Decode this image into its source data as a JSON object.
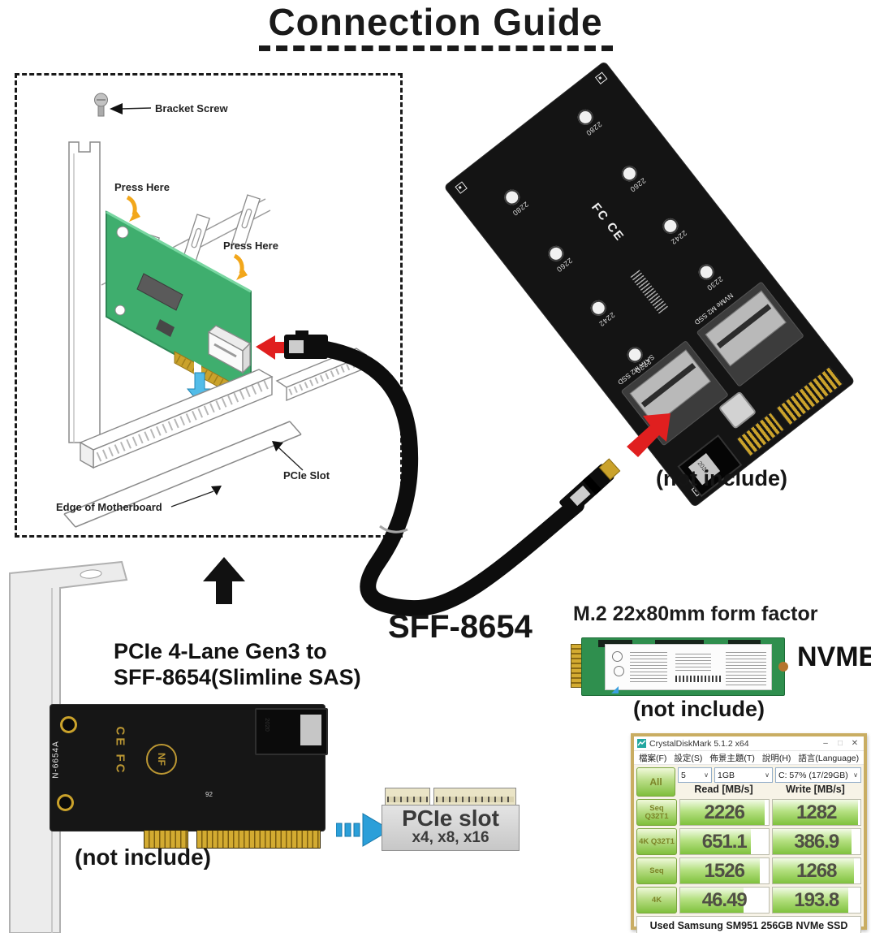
{
  "title": "Connection Guide",
  "diagram": {
    "bracket_screw": "Bracket Screw",
    "press_here_1": "Press Here",
    "press_here_2": "Press Here",
    "pcie_slot": "PCIe Slot",
    "edge_of_motherboard": "Edge of Motherboard"
  },
  "adapter_board": {
    "standoff_labels": [
      "2280",
      "2260",
      "2242",
      "2230"
    ],
    "slot_labels": [
      "SATA M2 SSD",
      "NVMe M2 SSD"
    ],
    "logos": "FC CE",
    "port_label": "2020",
    "not_include": "(not include)"
  },
  "cable": {
    "label": "SFF-8654"
  },
  "pcie_card": {
    "title_line1": "PCIe 4-Lane Gen3 to",
    "title_line2": "SFF-8654(Slimline SAS)",
    "model": "N-6654A",
    "logos": "CE FC",
    "nf_logo": "NF",
    "silk_92": "92",
    "port_label": "2020",
    "not_include": "(not include)"
  },
  "pcie_slot_graphic": {
    "label": "PCIe slot",
    "sublabel": "x4, x8, x16"
  },
  "m2_ssd": {
    "title": "M.2 22x80mm form factor",
    "type_label": "NVME",
    "not_include": "(not include)"
  },
  "benchmark": {
    "window_title": "CrystalDiskMark 5.1.2 x64",
    "menu": [
      "檔案(F)",
      "設定(S)",
      "佈景主題(T)",
      "說明(H)",
      "語言(Language)"
    ],
    "all_button": "All",
    "controls": {
      "runs": "5",
      "size": "1GB",
      "drive": "C: 57% (17/29GB)"
    },
    "columns": {
      "read": "Read [MB/s]",
      "write": "Write [MB/s]"
    },
    "rows": [
      {
        "label": "Seq Q32T1",
        "read": "2226",
        "write": "1282",
        "read_fill": 0.96,
        "write_fill": 0.97
      },
      {
        "label": "4K Q32T1",
        "read": "651.1",
        "write": "386.9",
        "read_fill": 0.8,
        "write_fill": 0.9
      },
      {
        "label": "Seq",
        "read": "1526",
        "write": "1268",
        "read_fill": 0.9,
        "write_fill": 0.93
      },
      {
        "label": "4K",
        "read": "46.49",
        "write": "193.8",
        "read_fill": 0.72,
        "write_fill": 0.86
      }
    ],
    "footer": "Used Samsung SM951 256GB NVMe SSD",
    "colors": {
      "bar_green": "#7fc13d",
      "window_border": "#c9ad62"
    }
  },
  "colors": {
    "card_green": "#3fae6e",
    "gold": "#caa22b",
    "arrow_red": "#e01f1f",
    "arrow_blue": "#2b9fd9"
  }
}
